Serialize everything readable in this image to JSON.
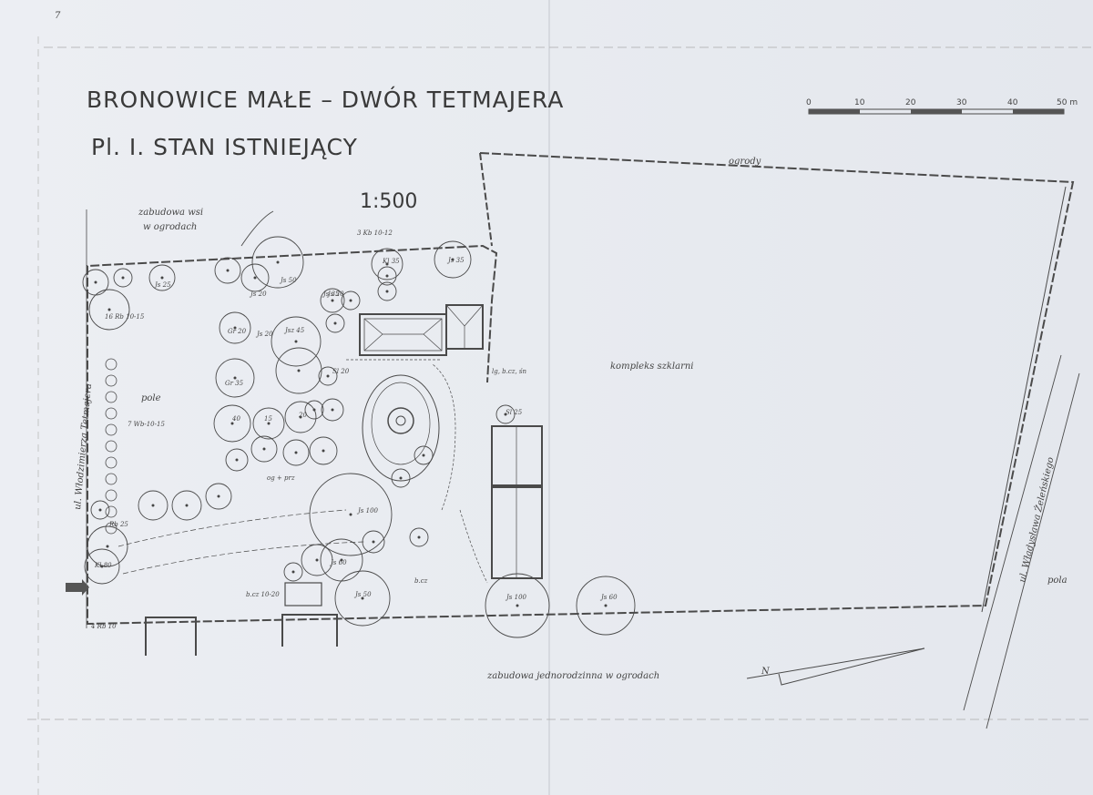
{
  "title": {
    "line1": "BRONOWICE MAŁE  –  DWÓR TETMAJERA",
    "line2": "Pl. I.  STAN ISTNIEJĄCY",
    "scale": "1:500"
  },
  "scale_bar": {
    "ticks": [
      "0",
      "10",
      "20",
      "30",
      "40",
      "50 m"
    ]
  },
  "sheet_number": "7",
  "labels": {
    "ogrody": "ogrody",
    "kompleks": "kompleks szklarni",
    "zabudowa_wsi_1": "zabudowa wsi",
    "zabudowa_wsi_2": "w ogrodach",
    "zabudowa_jedno": "zabudowa jednorodzinna w ogrodach",
    "street_left": "ul. Włodzimierza Tetmajera",
    "street_right": "ul. Władysława Żeleńskiego",
    "pola": "pola",
    "pole": "pole",
    "north": "N"
  },
  "tree_labels": [
    {
      "id": "t1",
      "text": "Js 35"
    },
    {
      "id": "t2",
      "text": "Js 25"
    },
    {
      "id": "t3",
      "text": "Js 20"
    },
    {
      "id": "t4",
      "text": "Js 50"
    },
    {
      "id": "t5",
      "text": "Kl 35"
    },
    {
      "id": "t6",
      "text": "Gr 20"
    },
    {
      "id": "t7",
      "text": "Jsz 45"
    },
    {
      "id": "t8",
      "text": "Js 20"
    },
    {
      "id": "t9",
      "text": "Gr 35"
    },
    {
      "id": "t10",
      "text": "40"
    },
    {
      "id": "t11",
      "text": "15"
    },
    {
      "id": "t12",
      "text": "20"
    },
    {
      "id": "t13",
      "text": "Js 100"
    },
    {
      "id": "t14",
      "text": "Js 50"
    },
    {
      "id": "t15",
      "text": "Js 100"
    },
    {
      "id": "t16",
      "text": "Js 60"
    },
    {
      "id": "t17",
      "text": "Kl 80"
    },
    {
      "id": "t18",
      "text": "Sl 25"
    },
    {
      "id": "t19",
      "text": "Js 35"
    },
    {
      "id": "t20",
      "text": "Sl 20"
    },
    {
      "id": "t21",
      "text": "Js 20"
    },
    {
      "id": "t22",
      "text": "Js 60"
    }
  ],
  "misc_notes": [
    {
      "id": "n1",
      "text": "7 Wb-10-15"
    },
    {
      "id": "n2",
      "text": "16 Rb 10-15"
    },
    {
      "id": "n3",
      "text": "4 Rb 10"
    },
    {
      "id": "n4",
      "text": "3 Kb 10-12"
    },
    {
      "id": "n5",
      "text": "og + prz"
    },
    {
      "id": "n6",
      "text": "b.cz"
    },
    {
      "id": "n7",
      "text": "lg, b.cz, śn"
    },
    {
      "id": "n8",
      "text": "Rb 25"
    },
    {
      "id": "n9",
      "text": "b.cz 10-20"
    }
  ]
}
